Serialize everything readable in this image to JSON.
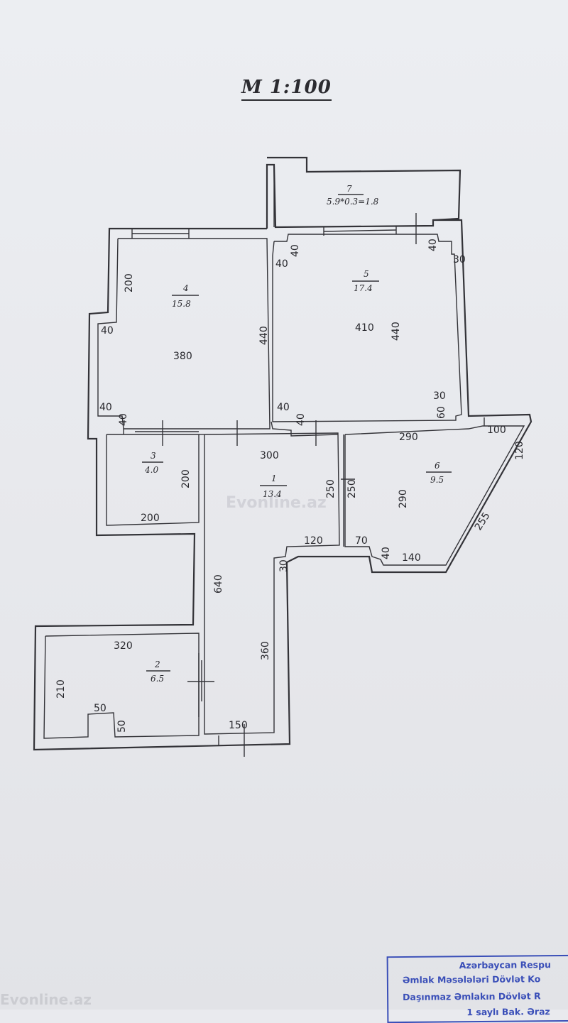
{
  "scale": "M 1:100",
  "rooms": [
    {
      "number": "1",
      "area": "13.4"
    },
    {
      "number": "2",
      "area": "6.5"
    },
    {
      "number": "3",
      "area": "4.0"
    },
    {
      "number": "4",
      "area": "15.8"
    },
    {
      "number": "5",
      "area": "17.4"
    },
    {
      "number": "6",
      "area": "9.5"
    },
    {
      "number": "7",
      "area": "5.9*0.3=1.8"
    }
  ],
  "dimensions": {
    "r4_top": "200",
    "r4_left_40": "40",
    "r4_width": "380",
    "r4_height": "440",
    "r4_bottom_40a": "40",
    "r4_bottom_40b": "40",
    "r5_40_top": "40",
    "r5_40_left": "40",
    "r5_40_right": "40",
    "r5_30_right": "30",
    "r5_width": "410",
    "r5_height": "440",
    "r5_30_bottom": "30",
    "r5_60": "60",
    "r5_bottom_40a": "40",
    "r5_bottom_40b": "40",
    "r3_height": "200",
    "r3_width": "200",
    "r1_width": "300",
    "r1_250a": "250",
    "r1_250b": "250",
    "r1_120": "120",
    "r1_30": "30",
    "r1_640": "640",
    "r1_360": "360",
    "r1_150": "150",
    "r6_290_top": "290",
    "r6_100": "100",
    "r6_120": "120",
    "r6_290_left": "290",
    "r6_255": "255",
    "r6_70": "70",
    "r6_40": "40",
    "r6_140": "140",
    "r2_320": "320",
    "r2_210": "210",
    "r2_50a": "50",
    "r2_50b": "50"
  },
  "watermark": "Evonline.az",
  "stamp": {
    "line1": "Azərbaycan Respu",
    "line2": "Əmlak Məsələləri Dövlət Ko",
    "line3": "Daşınmaz Əmlakın Dövlət R",
    "line4": "1 saylı Bak. Əraz"
  }
}
